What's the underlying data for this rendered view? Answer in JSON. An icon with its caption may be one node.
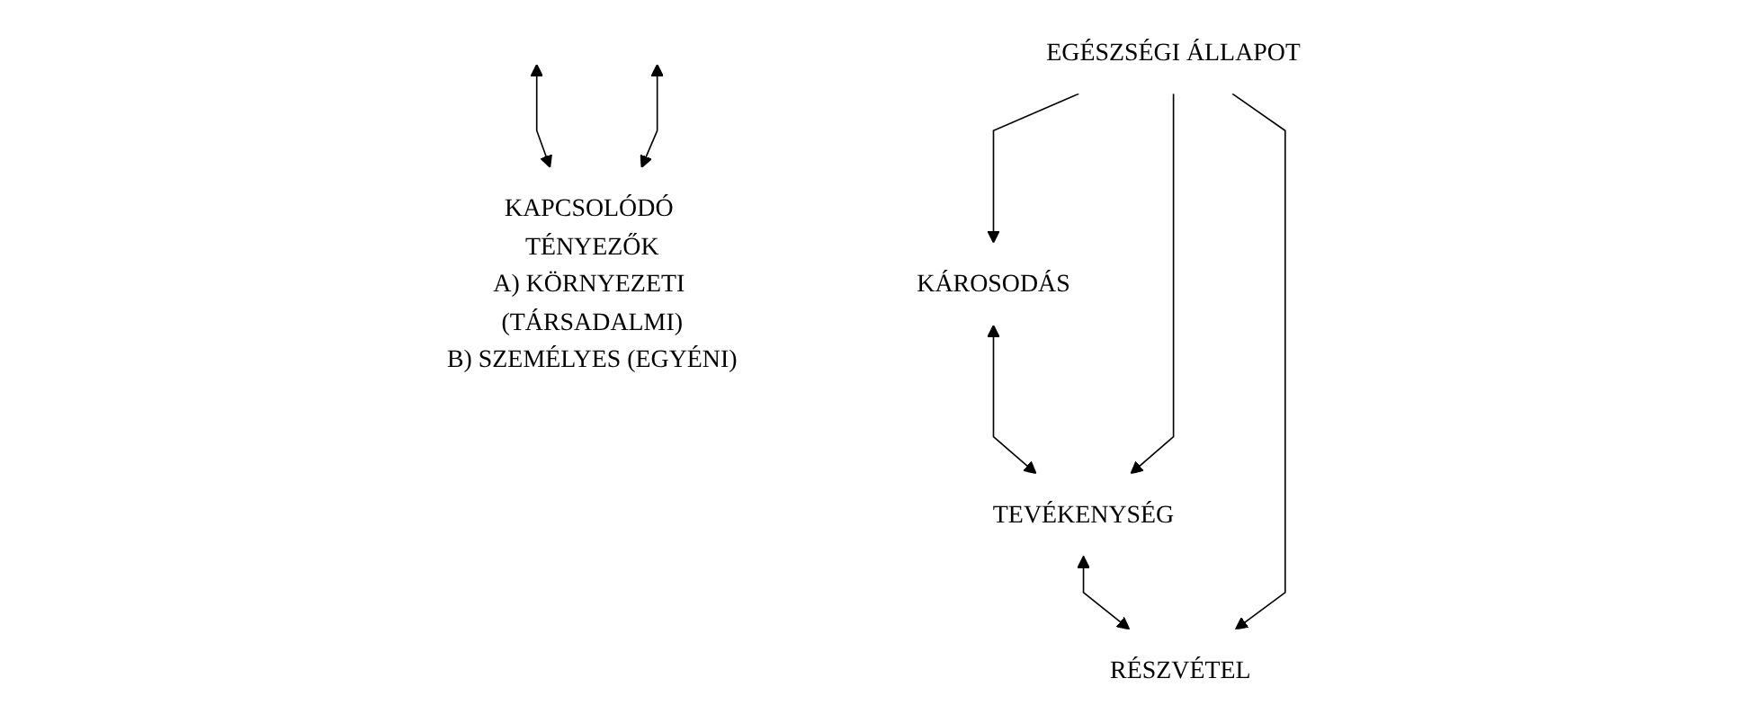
{
  "diagram": {
    "nodes": [
      {
        "text": [
          "EGÉSZSÉGI ÁLLAPOT"
        ]
      },
      {
        "text": [
          "KÁROSODÁS"
        ]
      },
      {
        "text": [
          "TEVÉKENYSÉG"
        ]
      },
      {
        "text": [
          "RÉSZVÉTEL"
        ]
      },
      {
        "text": [
          "KAPCSOLÓDÓ TÉNYEZŐK",
          "A) KÖRNYEZETI (TÁRSADALMI)",
          "B) SZEMÉLYES (EGYÉNI)"
        ]
      }
    ],
    "edges": [
      {
        "from": 0,
        "to": 1,
        "arrow": "to"
      },
      {
        "from": 0,
        "to": 2,
        "arrow": "to"
      },
      {
        "from": 0,
        "to": 3,
        "arrow": "to"
      },
      {
        "from": 1,
        "to": 2,
        "arrow": "both"
      },
      {
        "from": 2,
        "to": 3,
        "arrow": "both"
      },
      {
        "from": null,
        "to": 4,
        "arrow": "both"
      },
      {
        "from": null,
        "to": 4,
        "arrow": "both"
      }
    ]
  }
}
